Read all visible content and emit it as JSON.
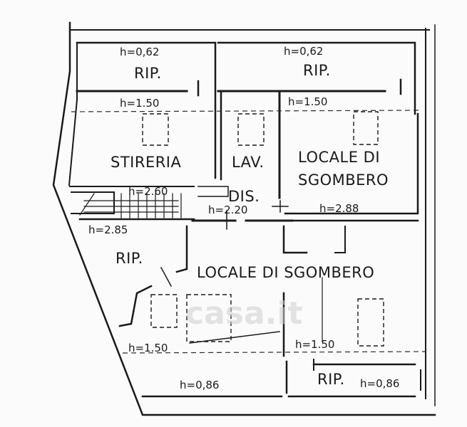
{
  "rooms": {
    "rip_top_left": "RIP.",
    "rip_top_right": "RIP.",
    "stireria": "STIRERIA",
    "lav": "LAV.",
    "locale_top_l1": "LOCALE DI",
    "locale_top_l2": "SGOMBERO",
    "dis": "DIS.",
    "rip_mid_left": "RIP.",
    "locale_main": "LOCALE DI SGOMBERO",
    "rip_bottom_right": "RIP."
  },
  "heights": {
    "h_top_left": "h=0,62",
    "h_top_right": "h=0,62",
    "h_150_top_left": "h=1.50",
    "h_150_top_right": "h=1.50",
    "h_260": "h=2.60",
    "h_220": "h=2.20",
    "h_288": "h=2.88",
    "h_285": "h=2.85",
    "h_150_bottom_left": "h=1.50",
    "h_150_bottom_right": "h=1.50",
    "h_086_left": "h=0,86",
    "h_086_right": "h=0,86"
  },
  "watermark": "casa.it",
  "colors": {
    "line": "#1a1a1a",
    "dash": "#2a2a2a"
  }
}
